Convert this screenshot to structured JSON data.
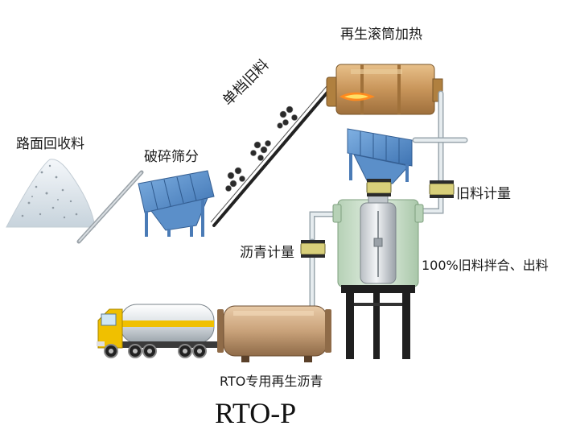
{
  "labels": {
    "pile": "路面回收料",
    "crusher": "破碎筛分",
    "single_rap": "单档旧料",
    "drum_heating": "再生滚筒加热",
    "rap_metering": "旧料计量",
    "asphalt_metering": "沥青计量",
    "mixing": "100%旧料拌合、出料",
    "rto_asphalt": "RTO专用再生沥青"
  },
  "title": "RTO-P",
  "colors": {
    "screen_blue": "#5b8fc9",
    "drum_tan": "#c8955a",
    "mixer_green": "#cfe2cf",
    "meter_yellow": "#d8cf7a",
    "tank_copper": "#c9a27a",
    "truck_yellow": "#f0c000",
    "pipe_white": "#e6ecef",
    "flame_orange": "#ff8a1e"
  }
}
